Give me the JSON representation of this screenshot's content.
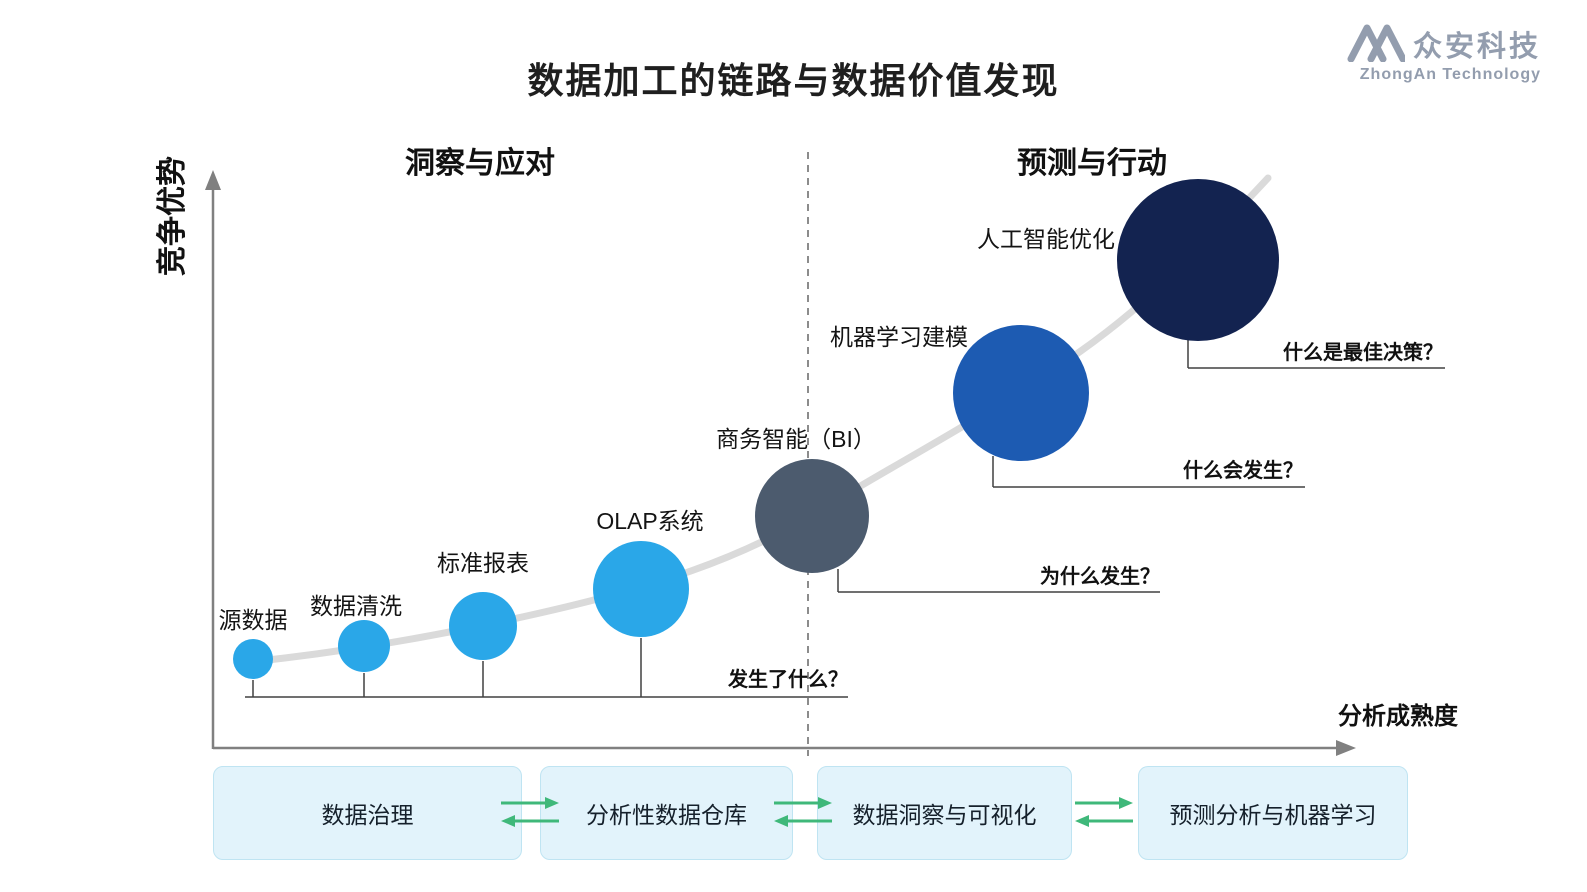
{
  "title": "数据加工的链路与数据价值发现",
  "logo": {
    "name": "众安科技",
    "subtitle": "ZhongAn Technology"
  },
  "axes": {
    "y_label": "竞争优势",
    "x_label": "分析成熟度"
  },
  "sections": {
    "left": "洞察与应对",
    "right": "预测与行动"
  },
  "stages": [
    {
      "label": "源数据",
      "color": "#2aa7e8"
    },
    {
      "label": "数据清洗",
      "color": "#2aa7e8"
    },
    {
      "label": "标准报表",
      "color": "#2aa7e8"
    },
    {
      "label": "OLAP系统",
      "color": "#2aa7e8"
    },
    {
      "label": "商务智能（BI）",
      "color": "#4c5b6e"
    },
    {
      "label": "机器学习建模",
      "color": "#1d5bb2"
    },
    {
      "label": "人工智能优化",
      "color": "#132350"
    }
  ],
  "questions": [
    {
      "label": "发生了什么？"
    },
    {
      "label": "为什么发生？"
    },
    {
      "label": "什么会发生？"
    },
    {
      "label": "什么是最佳决策？"
    }
  ],
  "process": [
    {
      "label": "数据治理"
    },
    {
      "label": "分析性数据仓库"
    },
    {
      "label": "数据洞察与可视化"
    },
    {
      "label": "预测分析与机器学习"
    }
  ],
  "colors": {
    "curve": "#dadada",
    "axis_gray": "#808080",
    "connector_gray": "#404040",
    "arrow_green": "#3fb87a",
    "box_fill": "#e2f3fb",
    "box_border": "#bfe4f2",
    "logo_gray": "#939dae"
  }
}
